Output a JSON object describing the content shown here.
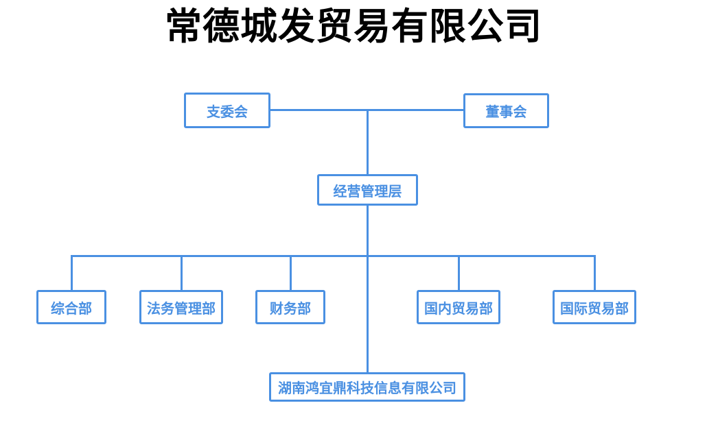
{
  "title": "常德城发贸易有限公司",
  "colors": {
    "accent": "#4a90e2",
    "background": "#ffffff",
    "title_text": "#000000"
  },
  "org_chart": {
    "type": "org-tree",
    "top_level": [
      {
        "id": "party-branch-committee",
        "label": "支委会"
      },
      {
        "id": "board-of-directors",
        "label": "董事会"
      }
    ],
    "management": {
      "id": "management-layer",
      "label": "经营管理层"
    },
    "departments": [
      {
        "id": "general-dept",
        "label": "综合部"
      },
      {
        "id": "legal-management-dept",
        "label": "法务管理部"
      },
      {
        "id": "finance-dept",
        "label": "财务部"
      },
      {
        "id": "domestic-trade-dept",
        "label": "国内贸易部"
      },
      {
        "id": "international-trade-dept",
        "label": "国际贸易部"
      }
    ],
    "subsidiary": {
      "id": "subsidiary-company",
      "label": "湖南鸿宜鼎科技信息有限公司"
    }
  }
}
